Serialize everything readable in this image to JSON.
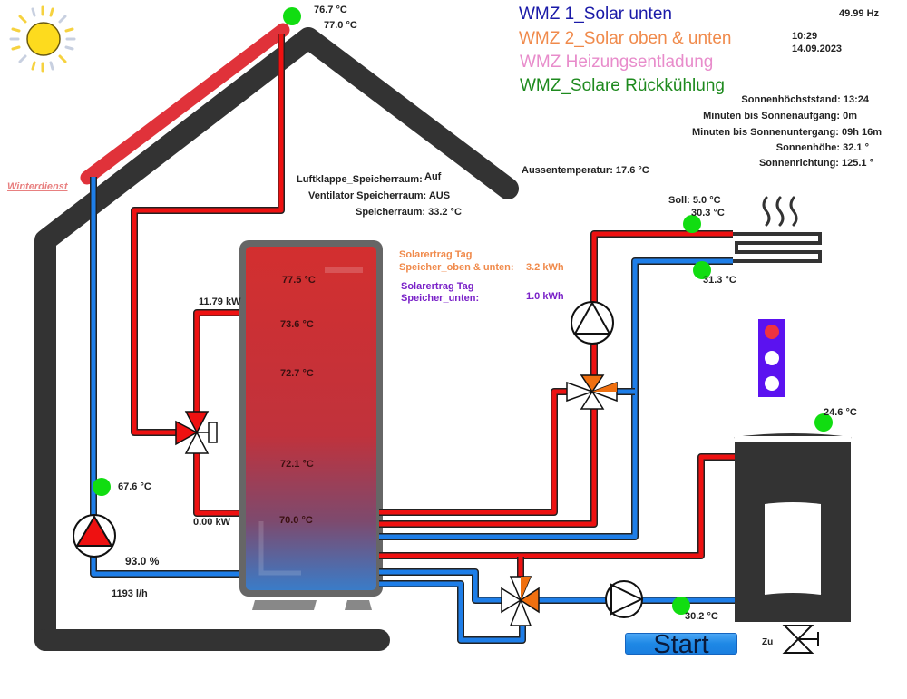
{
  "links": {
    "winterdienst": "Winterdienst"
  },
  "wmz_legend": [
    {
      "label": "WMZ 1_Solar unten",
      "color": "#1a1aa8"
    },
    {
      "label": "WMZ 2_Solar oben & unten",
      "color": "#f08a4b"
    },
    {
      "label": "WMZ Heizungsentladung",
      "color": "#e88ccb"
    },
    {
      "label": "WMZ_Solare Rückkühlung",
      "color": "#1e8a1e"
    }
  ],
  "status": {
    "frequency": "49.99 Hz",
    "time": "10:29",
    "date": "14.09.2023"
  },
  "sun_info": {
    "peak": "Sonnenhöchststand: 13:24",
    "to_sunrise": "Minuten bis Sonnenaufgang: 0m",
    "to_sunset": "Minuten bis Sonnenuntergang: 09h 16m",
    "elevation": "Sonnenhöhe: 32.1 °",
    "azimuth": "Sonnenrichtung: 125.1 °"
  },
  "outdoor": {
    "temperature": "Aussentemperatur: 17.6 °C"
  },
  "storage_room": {
    "flap_label": "Luftklappe_Speicherraum:",
    "flap_value": "Auf",
    "fan": "Ventilator Speicherraum: AUS",
    "temperature": "Speicherraum: 33.2 °C"
  },
  "solar": {
    "collector_temp_1": "76.7 °C",
    "collector_temp_2": "77.0 °C",
    "return_temp": "67.6 °C",
    "pump_speed": "93.0 %",
    "flow_rate": "1193 l/h",
    "power_top": "11.79 kW",
    "power_bottom": "0.00 kW"
  },
  "yield": {
    "both_title": "Solarertrag Tag",
    "both_label": "Speicher_oben & unten:",
    "both_value": "3.2 kWh",
    "both_color": "#f08a4b",
    "bottom_title": "Solarertrag Tag",
    "bottom_label": "Speicher_unten:",
    "bottom_value": "1.0 kWh",
    "bottom_color": "#7a22c8"
  },
  "tank": {
    "temps": [
      "77.5 °C",
      "73.6 °C",
      "72.7 °C",
      "72.1 °C",
      "70.0 °C"
    ]
  },
  "heating": {
    "setpoint": "Soll: 5.0 °C",
    "flow_temp": "30.3 °C",
    "return_temp": "31.3 °C"
  },
  "boiler": {
    "top_temp": "24.6 °C",
    "pipe_temp": "30.2 °C",
    "valve_state": "Zu",
    "start_label": "Start"
  },
  "colors": {
    "hot_pipe": "#ee1111",
    "cold_pipe": "#1e7ee8",
    "sensor_ok": "#11dd11",
    "valve_active": "#f07010",
    "house": "#333333",
    "collector": "#e0323a",
    "indicator_bg": "#5b12f0"
  }
}
